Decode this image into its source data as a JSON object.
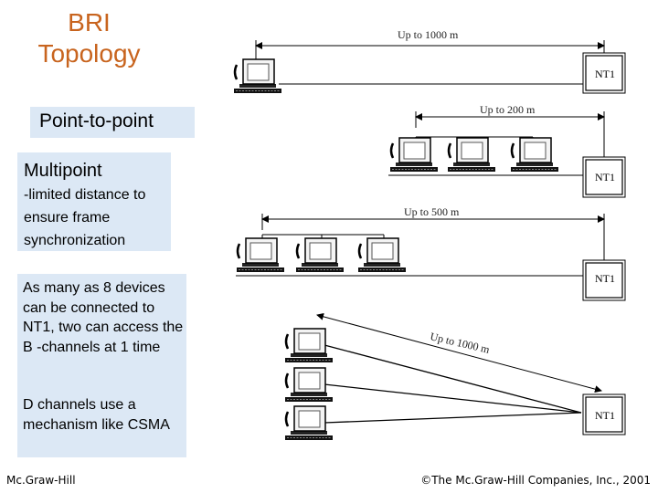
{
  "title": {
    "line1": "BRI",
    "line2": "Topology"
  },
  "boxes": {
    "point_to_point": "Point-to-point",
    "multipoint_heading": "Multipoint",
    "multipoint_desc": "-limited distance to ensure frame synchronization",
    "many_devices": "As many as 8 devices can be connected to NT1, two can access the B -channels at 1 time",
    "d_channels": "D channels use a mechanism like CSMA"
  },
  "diagram": {
    "labels": {
      "up_1000_top": "Up to 1000 m",
      "up_200": "Up to 200 m",
      "up_500": "Up to 500 m",
      "up_1000_diag": "Up to 1000 m"
    },
    "nt1_label": "NT1"
  },
  "footer": {
    "left": "Mc.Graw-Hill",
    "right": "©The Mc.Graw-Hill Companies, Inc., 2001"
  },
  "colors": {
    "title": "#c8641e",
    "box_fill": "#dce8f5"
  }
}
